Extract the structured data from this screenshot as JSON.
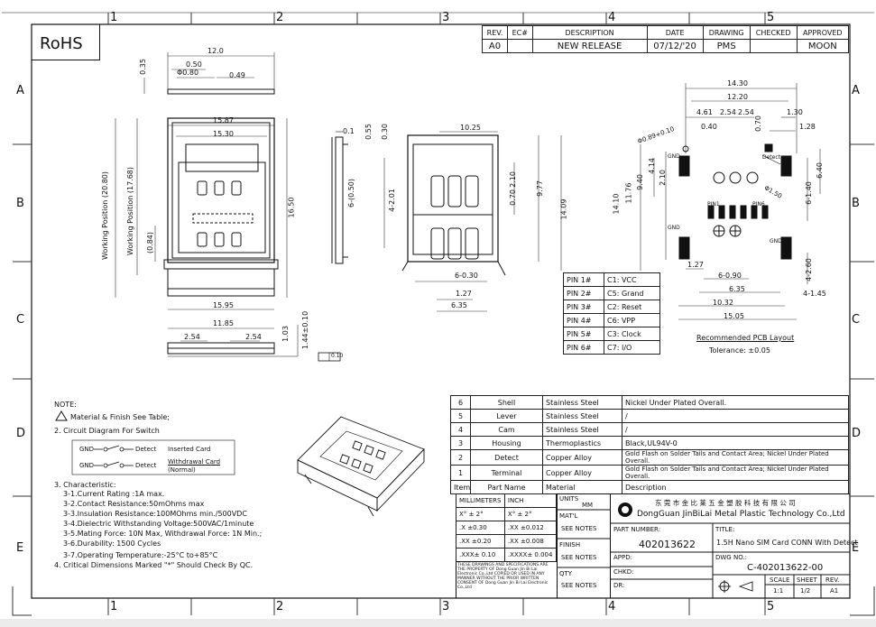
{
  "rohs_label": "RoHS",
  "zones": {
    "cols": [
      "1",
      "2",
      "3",
      "4",
      "5"
    ],
    "rows": [
      "A",
      "B",
      "C",
      "D",
      "E"
    ]
  },
  "rev_table": {
    "headers": [
      "REV.",
      "EC#",
      "DESCRIPTION",
      "DATE",
      "DRAWING",
      "CHECKED",
      "APPROVED"
    ],
    "row": [
      "A0",
      "",
      "NEW RELEASE",
      "07/12/'20",
      "PMS",
      "",
      "MOON"
    ]
  },
  "dims": {
    "top_width": "12.0",
    "top_050": "0.50",
    "top_080": "Φ0.80",
    "top_049": "0.49",
    "top_035": "0.35",
    "front_1587": "15.87",
    "front_1530": "15.30",
    "front_1595": "15.95",
    "front_working_pos": "Working Position (20.80)",
    "front_working_pos2": "Working Position (17.68)",
    "front_084": "(0.84)",
    "front_1650": "16.50",
    "side_01": "0.1",
    "side_050": "6-(0.50)",
    "bottom_1185": "11.85",
    "bottom_254a": "2.54",
    "bottom_254b": "2.54",
    "bottom_103": "1.03",
    "bottom_144": "1.44±0.10",
    "bottom_flat": "0.10",
    "rear_055": "0.55",
    "rear_030": "0.30",
    "rear_1025": "10.25",
    "rear_201": "4-2.01",
    "rear_070": "0.70",
    "rear_210": "2.10",
    "rear_977": "9.77",
    "rear_1409": "14.09",
    "rear_030b": "6-0.30",
    "rear_127": "1.27",
    "rear_635": "6.35",
    "pcb_1430": "14.30",
    "pcb_1220": "12.20",
    "pcb_461": "4.61",
    "pcb_254": "2.54",
    "pcb_254b": "2.54",
    "pcb_070": "0.70",
    "pcb_130": "1.30",
    "pcb_040": "0.40",
    "pcb_128": "1.28",
    "pcb_hole": "Φ0.89+0.10",
    "pcb_414": "4.14",
    "pcb_940": "9.40",
    "pcb_210": "2.10",
    "pcb_1176": "11.76",
    "pcb_1410": "14.10",
    "pcb_640": "6.40",
    "pcb_6140": "6-1.40",
    "pcb_phi150": "Φ1.50",
    "pcb_127": "1.27",
    "pcb_690": "6-0.90",
    "pcb_635": "6.35",
    "pcb_1032": "10.32",
    "pcb_1505": "15.05",
    "pcb_4260": "4-2.60",
    "pcb_4145": "4-1.45",
    "pcb_gnd": "GND",
    "pcb_pin1": "PIN1",
    "pcb_pin6": "PIN6",
    "pcb_detect": "Detect",
    "pcb_title": "Recommended PCB Layout",
    "pcb_tol": "Tolerance: ±0.05"
  },
  "pin_table": [
    [
      "PIN 1#",
      "C1: VCC"
    ],
    [
      "PIN 2#",
      "C5: Grand"
    ],
    [
      "PIN 3#",
      "C2: Reset"
    ],
    [
      "PIN 4#",
      "C6: VPP"
    ],
    [
      "PIN 5#",
      "C3: Clock"
    ],
    [
      "PIN 6#",
      "C7: I/O"
    ]
  ],
  "notes": {
    "title": "NOTE:",
    "n1": "Material & Finish See Table;",
    "n2": "2. Circuit Diagram For Switch",
    "gnd1": "GND",
    "detect1": "Detect",
    "inserted": "Inserted Card",
    "gnd2": "GND",
    "detect2": "Detect",
    "withdrawal": "Withdrawal Card",
    "normal": "(Normal)",
    "n3": "3. Characteristic:",
    "c1": "3-1.Current Rating :1A max.",
    "c2": "3-2.Contact Resistance:50mOhms max",
    "c3": "3-3.Insulation Resistance:100MOhms min./500VDC",
    "c4": "3-4.Dielectric Withstanding Voltage:500VAC/1minute",
    "c5": "3-5.Mating Force: 10N Max, Withdrawal Force: 1N Min.;",
    "c6": "3-6.Durability: 1500 Cycles",
    "c7": "3-7.Operating Temperature:-25°C to+85°C",
    "n4": "4. Critical Dimensions Marked \"*\" Should Check By QC."
  },
  "bom": [
    [
      "6",
      "Shell",
      "Stainless Steel",
      "Nickel Under Plated Overall."
    ],
    [
      "5",
      "Lever",
      "Stainless Steel",
      "/"
    ],
    [
      "4",
      "Cam",
      "Stainless Steel",
      "/"
    ],
    [
      "3",
      "Housing",
      "Thermoplastics",
      "Black,UL94V-0"
    ],
    [
      "2",
      "Detect",
      "Copper Alloy",
      "Gold Flash on Solder Tails and Contact Area; Nickel Under Plated Overall."
    ],
    [
      "1",
      "Terminal",
      "Copper Alloy",
      "Gold Flash on Solder Tails and Contact Area; Nickel Under Plated Overall."
    ],
    [
      "Item",
      "Part Name",
      "Material",
      "Description"
    ]
  ],
  "title_block": {
    "units_h": [
      "MILLIMETERS",
      "INCH",
      "UNITS",
      "MM"
    ],
    "tol": [
      [
        "X° ± 2°",
        "X° ± 2°"
      ],
      [
        ".X ±0.30",
        ".XX ±0.012"
      ],
      [
        ".XX ±0.20",
        ".XX ±0.008"
      ],
      [
        ".XXX± 0.10",
        ".XXXX± 0.004"
      ]
    ],
    "matl": "MAT'L",
    "see_notes": "SEE NOTES",
    "finish": "FINISH",
    "qty": "QTY",
    "property_note": "THESE DRAWINGS AND SPECIFICATIONS ARE THE PROPERTY OF Dong Guan Jin Bi Lai Electronic Co.,Ltd COPIED OR USED IN ANY MANNER WITHOUT THE PRIOR WRITTEN CONSENT OF Dong Guan Jin Bi Lai Electronic Co.,Ltd",
    "company_cn": "东 莞 市 金 比 莱 五 金 塑 胶 科 技 有 限 公 司",
    "company_en": "DongGuan JinBiLai Metal Plastic Technology Co.,Ltd",
    "part_number_label": "PART NUMBER:",
    "part_number": "402013622",
    "title_label": "TITLE:",
    "title": "1.5H Nano SIM Card CONN With Detect",
    "appd": "APPD:",
    "dwg_label": "DWG NO.:",
    "dwg_no": "C-402013622-00",
    "chkd": "CHKD:",
    "dr": "DR:",
    "scale_label": "SCALE",
    "sheet_label": "SHEET",
    "rev_label": "REV.",
    "scale": "1:1",
    "sheet": "1/2",
    "rev": "A1"
  }
}
